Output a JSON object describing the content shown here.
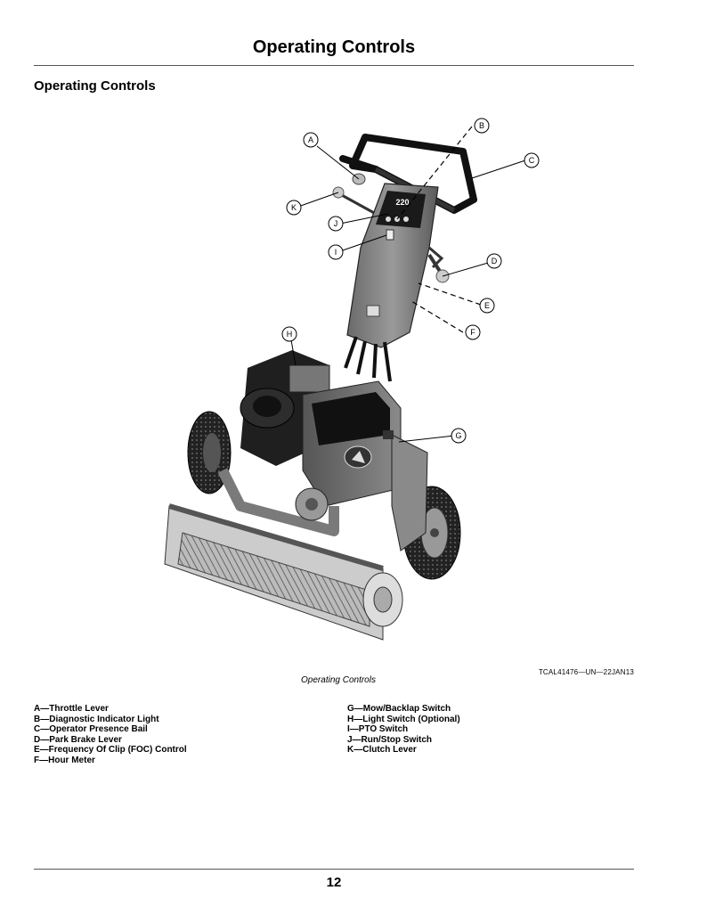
{
  "page": {
    "title": "Operating Controls",
    "section_heading": "Operating Controls",
    "figure_code": "TCAL41476—UN—22JAN13",
    "figure_caption": "Operating Controls",
    "page_number": "12"
  },
  "callouts": [
    "A",
    "B",
    "C",
    "D",
    "E",
    "F",
    "G",
    "H",
    "I",
    "J",
    "K"
  ],
  "decal_text": {
    "model_number": "220"
  },
  "legend": {
    "column1": [
      "A—Throttle Lever",
      "B—Diagnostic Indicator Light",
      "C—Operator Presence Bail",
      "D—Park Brake Lever",
      "E—Frequency Of Clip (FOC) Control",
      "F—Hour Meter"
    ],
    "column2": [
      "G—Mow/Backlap Switch",
      "H—Light Switch (Optional)",
      "I—PTO Switch",
      "J—Run/Stop Switch",
      "K—Clutch Lever"
    ]
  }
}
